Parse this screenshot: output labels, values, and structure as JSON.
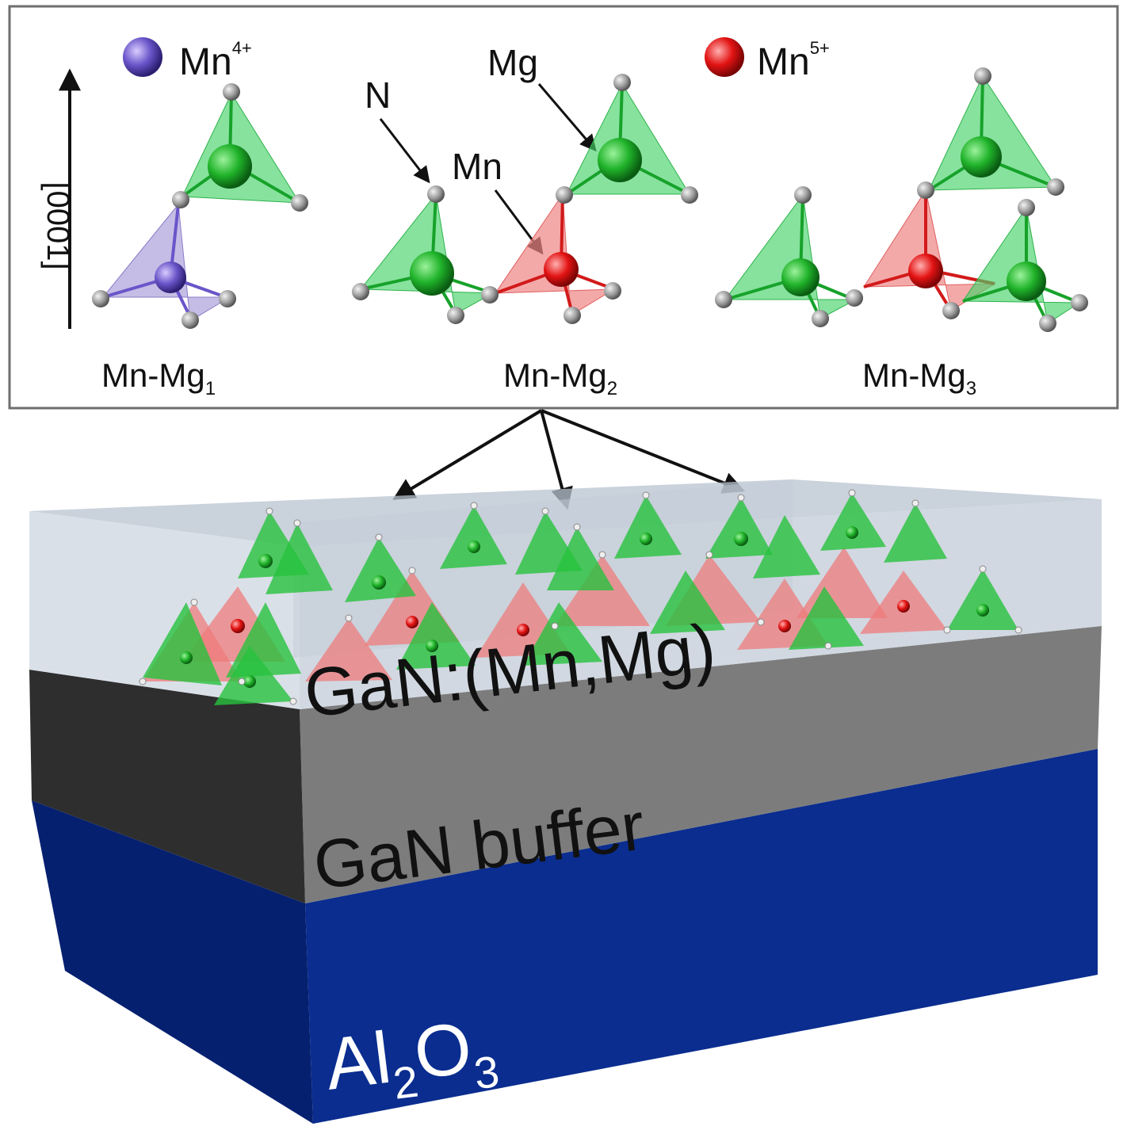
{
  "axis_label": "[0001]",
  "legend": {
    "mn4": {
      "base": "Mn",
      "sup": "4+",
      "color": "#6a55c9"
    },
    "mn5": {
      "base": "Mn",
      "sup": "5+",
      "color": "#e01414"
    }
  },
  "annotations": {
    "n": "N",
    "mn": "Mn",
    "mg": "Mg"
  },
  "configs": [
    {
      "base": "Mn-Mg",
      "sub": "1"
    },
    {
      "base": "Mn-Mg",
      "sub": "2"
    },
    {
      "base": "Mn-Mg",
      "sub": "3"
    }
  ],
  "layers": {
    "doped": {
      "label": "GaN:(Mn,Mg)",
      "color": "#c3ccd8"
    },
    "buffer": {
      "label": "GaN buffer",
      "color": "#7c7c7c"
    },
    "substrate": {
      "al": "Al",
      "sub1": "2",
      "o": "O",
      "sub2": "3",
      "color": "#0a2d8f"
    }
  },
  "colors": {
    "mg": "#1faa2f",
    "mn5": "#e01414",
    "mn4": "#6a55c9",
    "n": "#9a9a9a"
  }
}
